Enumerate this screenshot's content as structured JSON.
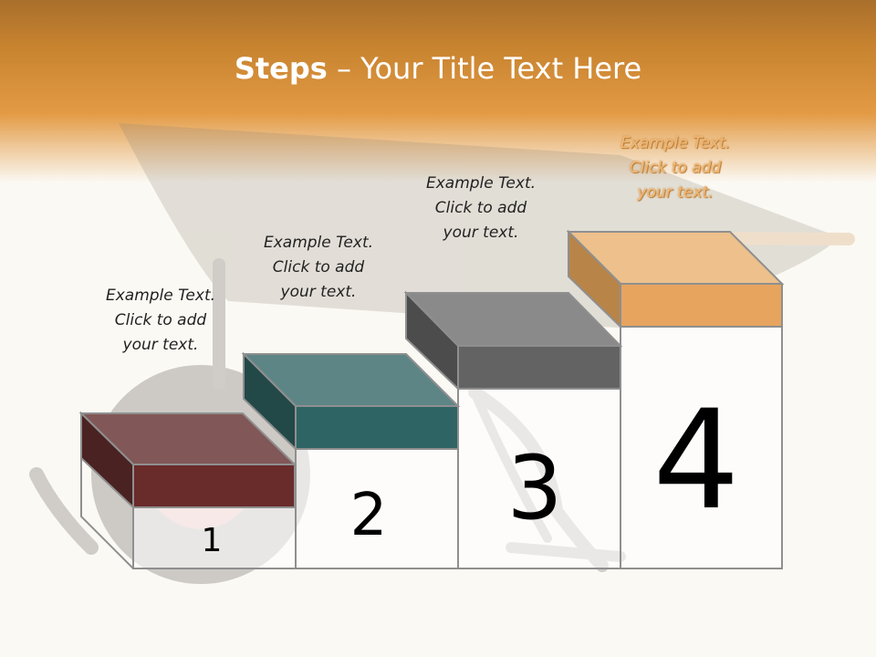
{
  "title": {
    "bold": "Steps",
    "rest": " – Your Title Text Here"
  },
  "colors": {
    "step1": "#6a2b2b",
    "step2": "#2f6464",
    "step3": "#636363",
    "step4": "#e7a45e",
    "frame": "#8f8f8f"
  },
  "steps": [
    {
      "number": "1",
      "caption": [
        "Example Text.",
        "Click  to add",
        "your text."
      ]
    },
    {
      "number": "2",
      "caption": [
        "Example Text.",
        "Click  to add",
        "your text."
      ]
    },
    {
      "number": "3",
      "caption": [
        "Example Text.",
        "Click  to add",
        "your text."
      ]
    },
    {
      "number": "4",
      "caption": [
        "Example Text.",
        "Click  to add",
        "your text."
      ]
    }
  ]
}
